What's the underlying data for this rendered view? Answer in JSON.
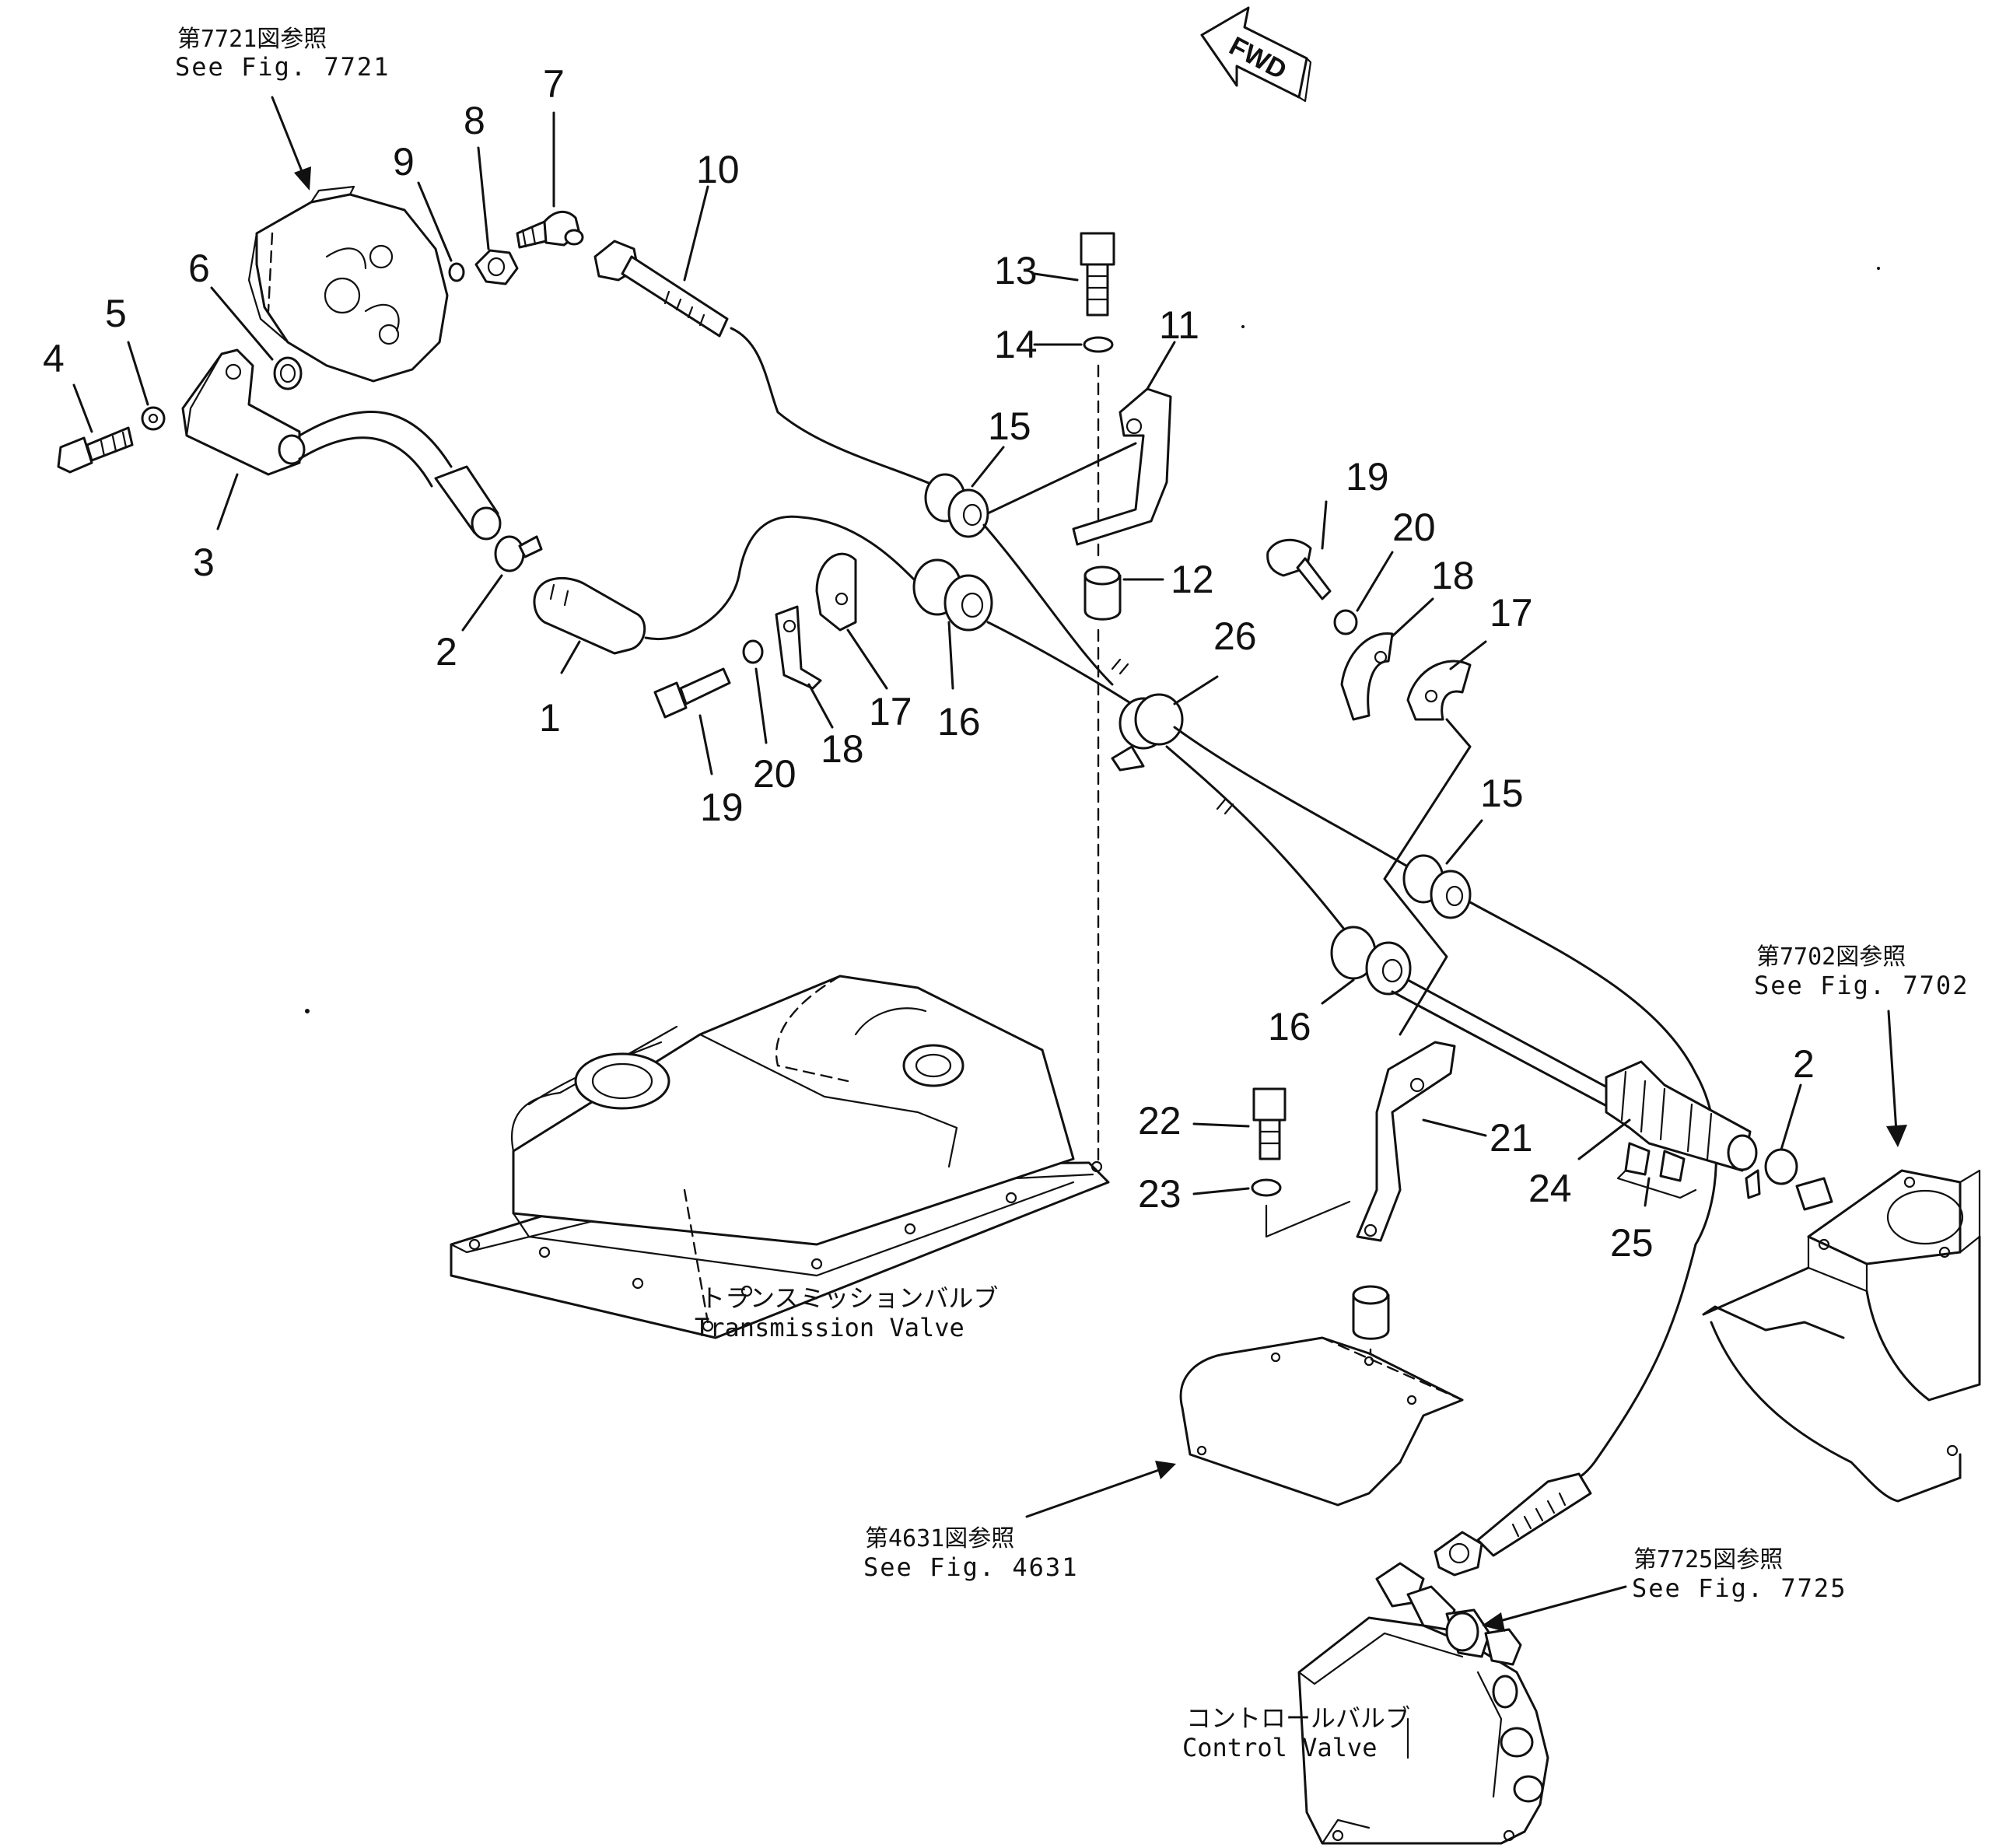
{
  "diagram": {
    "fwd_label": "FWD",
    "callouts": [
      "1",
      "2",
      "3",
      "4",
      "5",
      "6",
      "7",
      "8",
      "9",
      "10",
      "11",
      "12",
      "13",
      "14",
      "15",
      "16",
      "17",
      "18",
      "19",
      "20",
      "21",
      "22",
      "23",
      "24",
      "25",
      "26"
    ],
    "references": {
      "fig7721": {
        "jp": "第7721図参照",
        "en": "See  Fig.  7721"
      },
      "fig7702": {
        "jp": "第7702図参照",
        "en": "See  Fig.  7702"
      },
      "fig4631": {
        "jp": "第4631図参照",
        "en": "See  Fig.  4631"
      },
      "fig7725": {
        "jp": "第7725図参照",
        "en": "See  Fig.  7725"
      }
    },
    "components": {
      "transmission_valve": {
        "jp": "トランスミッションバルブ",
        "en": "Transmission  Valve"
      },
      "control_valve": {
        "jp": "コントロールバルブ",
        "en": "Control  Valve"
      }
    }
  }
}
